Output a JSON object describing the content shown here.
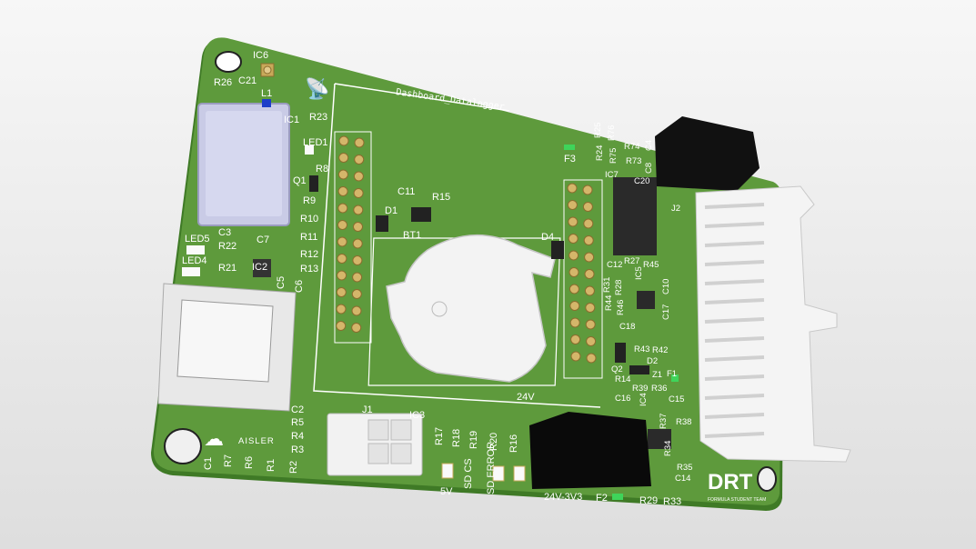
{
  "board": {
    "title": "Dashboard_Datalogger",
    "fab_logo": "AISLER",
    "team_logo": "DRT",
    "team_subtitle": "FORMULA STUDENT TEAM",
    "colors": {
      "pcb": "#5e9a3c",
      "pcb_edge": "#3f7a26",
      "pad": "#c8a95a",
      "silk": "#ffffff",
      "component_black": "#1a1a1a",
      "connector_white": "#f2f2f2",
      "shield": "#c9cbe6"
    }
  },
  "labels": {
    "left": [
      "IC6",
      "C21",
      "R26",
      "L1",
      "IC1",
      "R23",
      "LED1",
      "R8",
      "Q1",
      "R9",
      "R10",
      "R11",
      "R12",
      "R13",
      "C3",
      "LED5",
      "R22",
      "C7",
      "LED4",
      "R21",
      "IC2",
      "C5",
      "C6"
    ],
    "center": [
      "C11",
      "R15",
      "D1",
      "BT1",
      "D4",
      "F3",
      "24V"
    ],
    "bottom": [
      "C2",
      "R5",
      "R4",
      "R3",
      "C1",
      "R7",
      "R6",
      "R1",
      "R2",
      "J1",
      "IC3",
      "R17",
      "R18",
      "R19",
      "R20",
      "R16",
      "5V",
      "SD CS",
      "SD ERROR",
      "24V-3V3",
      "F2",
      "R29",
      "R33"
    ],
    "right": [
      "R25",
      "R76",
      "R74",
      "C4",
      "R24",
      "R75",
      "R73",
      "C8",
      "IC7",
      "C20",
      "J2",
      "C12",
      "R27",
      "R45",
      "IC5",
      "C10",
      "R31",
      "R28",
      "R44",
      "R46",
      "C17",
      "C18",
      "R43",
      "R42",
      "D2",
      "Q2",
      "Z1",
      "F1",
      "R14",
      "R39",
      "R36",
      "C16",
      "IC4",
      "C15",
      "R38",
      "R37",
      "R34",
      "R35",
      "C14"
    ]
  }
}
